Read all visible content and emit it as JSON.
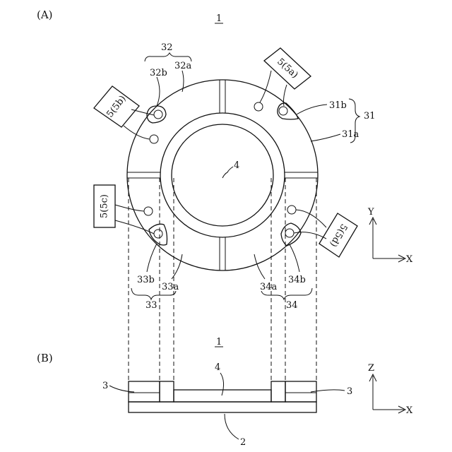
{
  "panels": {
    "a_label": "(A)",
    "b_label": "(B)",
    "a_device_ref": "1",
    "b_device_ref": "1"
  },
  "refs": {
    "r32": "32",
    "r32a": "32a",
    "r32b": "32b",
    "r31": "31",
    "r31a": "31a",
    "r31b": "31b",
    "r33": "33",
    "r33a": "33a",
    "r33b": "33b",
    "r34": "34",
    "r34a": "34a",
    "r34b": "34b",
    "r4": "4",
    "r4b": "4",
    "r3_left": "3",
    "r3_right": "3",
    "r2": "2"
  },
  "boxes": {
    "b5a": "5(5a)",
    "b5b": "5(5b)",
    "b5c": "5(5c)",
    "b5d": "5(5d)"
  },
  "axes_a": {
    "y": "Y",
    "x": "X"
  },
  "axes_b": {
    "z": "Z",
    "x": "X"
  }
}
